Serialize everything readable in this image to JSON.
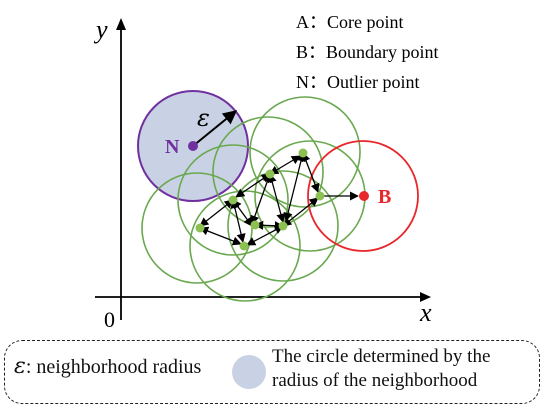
{
  "axes": {
    "x_label": "x",
    "y_label": "y",
    "origin_label": "0"
  },
  "legend_top": [
    {
      "key": "A",
      "text": "A：Core point"
    },
    {
      "key": "B",
      "text": "B：Boundary point"
    },
    {
      "key": "N",
      "text": "N：Outlier point"
    }
  ],
  "points": {
    "outlier_label": "N",
    "boundary_label": "B",
    "epsilon_symbol": "ε"
  },
  "legend_bottom": {
    "epsilon_symbol": "ε",
    "epsilon_text": ": neighborhood radius",
    "circle_text_line1": "The circle determined by the",
    "circle_text_line2": "radius of the neighborhood"
  },
  "colors": {
    "core": "#8cc152",
    "core_circle": "#6aa84f",
    "outlier": "#7030a0",
    "outlier_fill": "#c9d2e4",
    "boundary": "#e8272b",
    "arrows": "#000000"
  }
}
